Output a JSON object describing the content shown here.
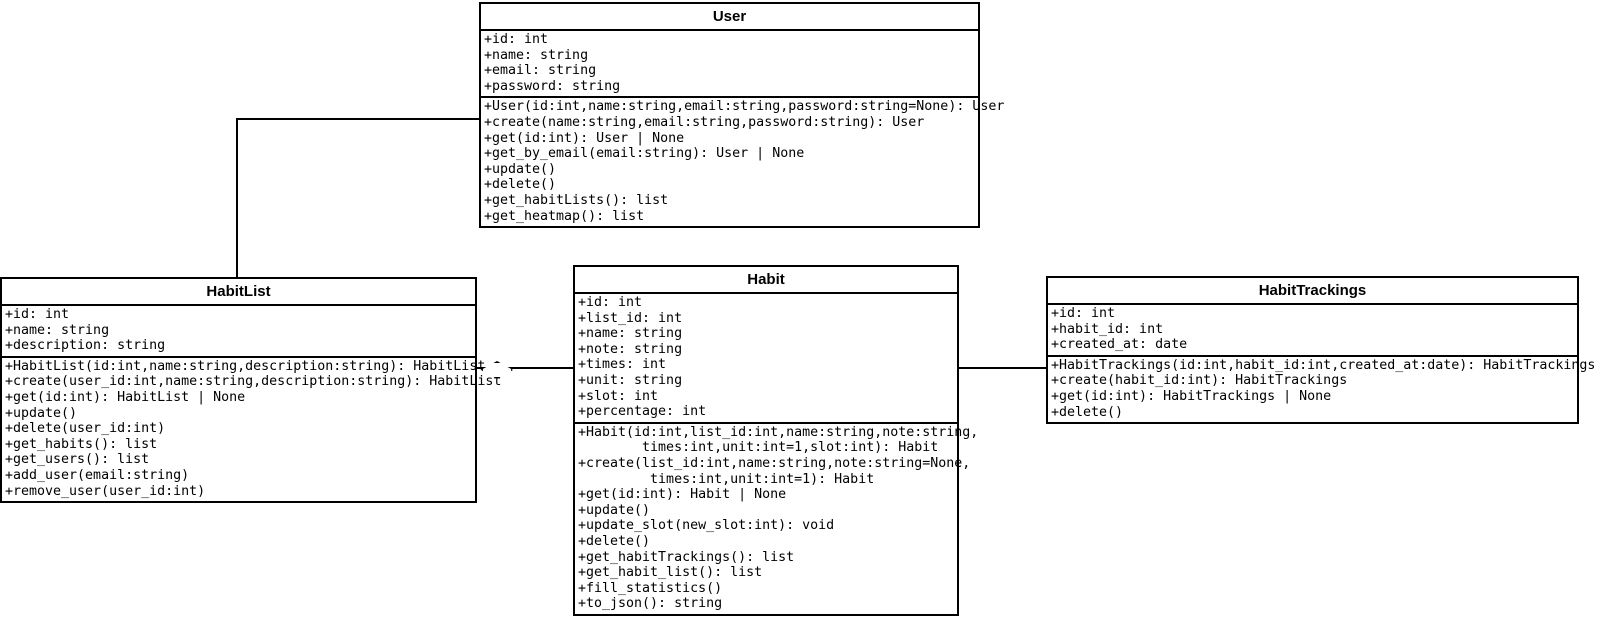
{
  "diagram": {
    "type": "uml-class-diagram",
    "background": "#ffffff",
    "line_color": "#000000"
  },
  "classes": {
    "user": {
      "name": "User",
      "attributes": [
        "+id: int",
        "+name: string",
        "+email: string",
        "+password: string"
      ],
      "methods": [
        "+User(id:int,name:string,email:string,password:string=None): User",
        "+create(name:string,email:string,password:string): User",
        "+get(id:int): User | None",
        "+get_by_email(email:string): User | None",
        "+update()",
        "+delete()",
        "+get_habitLists(): list",
        "+get_heatmap(): list"
      ]
    },
    "habitlist": {
      "name": "HabitList",
      "attributes": [
        "+id: int",
        "+name: string",
        "+description: string"
      ],
      "methods": [
        "+HabitList(id:int,name:string,description:string): HabitList",
        "+create(user_id:int,name:string,description:string): HabitList",
        "+get(id:int): HabitList | None",
        "+update()",
        "+delete(user_id:int)",
        "+get_habits(): list",
        "+get_users(): list",
        "+add_user(email:string)",
        "+remove_user(user_id:int)"
      ]
    },
    "habit": {
      "name": "Habit",
      "attributes": [
        "+id: int",
        "+list_id: int",
        "+name: string",
        "+note: string",
        "+times: int",
        "+unit: string",
        "+slot: int",
        "+percentage: int"
      ],
      "methods": [
        "+Habit(id:int,list_id:int,name:string,note:string,",
        "        times:int,unit:int=1,slot:int): Habit",
        "+create(list_id:int,name:string,note:string=None,",
        "         times:int,unit:int=1): Habit",
        "+get(id:int): Habit | None",
        "+update()",
        "+update_slot(new_slot:int): void",
        "+delete()",
        "+get_habitTrackings(): list",
        "+get_habit_list(): list",
        "+fill_statistics()",
        "+to_json(): string"
      ]
    },
    "habittrackings": {
      "name": "HabitTrackings",
      "attributes": [
        "+id: int",
        "+habit_id: int",
        "+created_at: date"
      ],
      "methods": [
        "+HabitTrackings(id:int,habit_id:int,created_at:date): HabitTrackings",
        "+create(habit_id:int): HabitTrackings",
        "+get(id:int): HabitTrackings | None",
        "+delete()"
      ]
    }
  },
  "relationships": [
    {
      "from": "User",
      "to": "HabitList",
      "kind": "association"
    },
    {
      "from": "HabitList",
      "to": "Habit",
      "kind": "aggregation"
    },
    {
      "from": "Habit",
      "to": "HabitTrackings",
      "kind": "association"
    }
  ]
}
